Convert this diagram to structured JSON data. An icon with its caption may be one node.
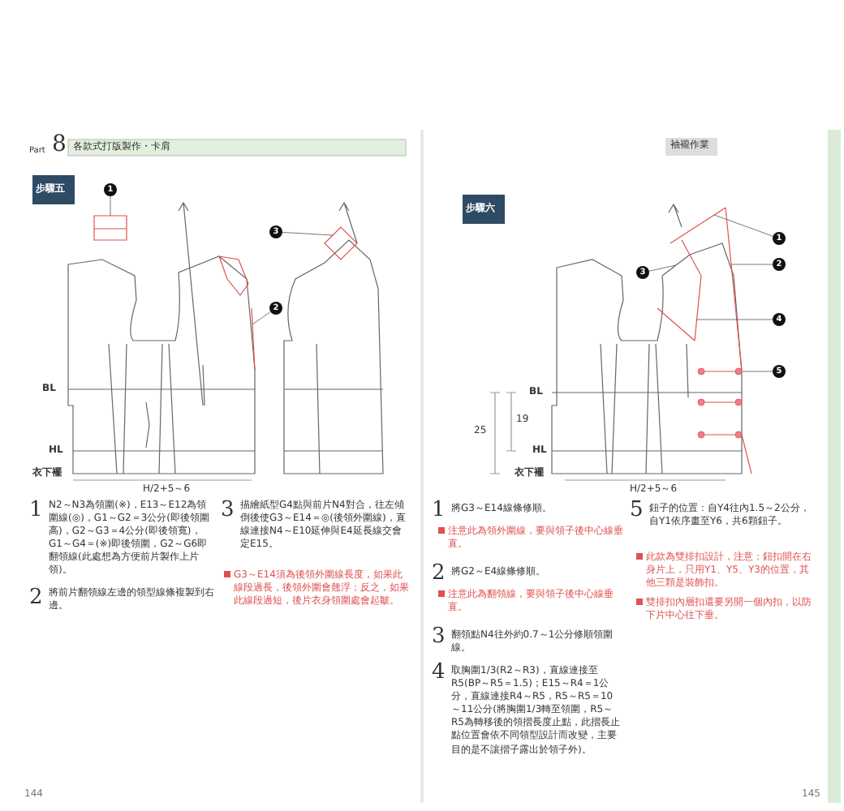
{
  "diagram": {
    "nodes": [
      {
        "text": [
          "1"
        ]
      },
      {
        "text": [
          "3"
        ]
      },
      {
        "text": [
          "2"
        ]
      },
      {
        "text": [
          "1"
        ]
      },
      {
        "text": [
          "3"
        ]
      },
      {
        "text": [
          "2"
        ]
      },
      {
        "text": [
          "4"
        ]
      },
      {
        "text": [
          "5"
        ]
      },
      {
        "text": [],
        "shape": "box"
      },
      {
        "text": [],
        "shape": "diamond"
      },
      {
        "text": [],
        "shape": "line"
      },
      {
        "text": [],
        "shape": "line"
      },
      {
        "text": [],
        "shape": "line"
      },
      {
        "text": [],
        "shape": "line"
      },
      {
        "text": [],
        "shape": "line"
      },
      {
        "text": [],
        "shape": "circle"
      }
    ],
    "edges": [
      {
        "from": 0,
        "to": 8,
        "arrow": "none"
      },
      {
        "from": 1,
        "to": 9,
        "arrow": "none"
      },
      {
        "from": 2,
        "to": 10,
        "arrow": "none"
      },
      {
        "from": 3,
        "to": 11,
        "arrow": "none"
      },
      {
        "from": 4,
        "to": 12,
        "arrow": "none"
      },
      {
        "from": 5,
        "to": 13,
        "arrow": "none"
      },
      {
        "from": 6,
        "to": 14,
        "arrow": "none"
      },
      {
        "from": 7,
        "to": 15,
        "arrow": "none"
      }
    ],
    "labels": [
      "Part",
      "8",
      "各款式打版製作・卡肩",
      "步驟五",
      "BL",
      "HL",
      "衣下襬",
      "H/2+5～6",
      "1",
      "N2～N3為領圍(※)，E13～E12為領圍線(◎)，G1～G2＝3公分(即後領圍高)，G2～G3＝4公分(即後領寬)，G1～G4＝(※)即後領圍，G2～G6即翻領線(此處想為方便前片製作上片領)。",
      "2",
      "將前片翻領線左邊的領型線條複製到右邊。",
      "3",
      "描繪紙型G4點與前片N4對合，往左傾倒後使G3～E14＝◎(後領外圍線)，直線連接N4～E10延伸與E4延長線交會定E15。",
      "G3～E14須為後領外圍線長度，如果此線段過長，後領外圍會翹浮；反之，如果此線段過短，後片衣身領圍處會起皺。",
      "144",
      "袖襱作業",
      "步驟六",
      "BL",
      "HL",
      "衣下襬",
      "H/2+5～6",
      "25",
      "19",
      "1",
      "將G3～E14線條修順。",
      "注意此為領外圍線，要與領子後中心線垂直。",
      "2",
      "將G2～E4線條修順。",
      "注意此為翻領線，要與領子後中心線垂直。",
      "3",
      "翻領點N4往外約0.7～1公分修順領圍線。",
      "4",
      "取胸圍1/3(R2～R3)，直線連接至R5(BP～R5＝1.5)；E15～R4＝1公分，直線連接R4～R5，R5～R5＝10～11公分(將胸圍1/3轉至領圍，R5～R5為轉移後的領摺長度止點，此摺長止點位置會依不同領型設計而改變，主要目的是不讓摺子露出於領子外)。",
      "5",
      "鈕子的位置：自Y4往內1.5～2公分，自Y1依序畫至Y6，共6顆鈕子。",
      "此款為雙排扣設計，注意：鈕扣開在右身片上，只用Y1、Y5、Y3的位置，其他三顆是裝飾扣。",
      "雙排扣內層扣還要另開一個內扣，以防下片中心往下垂。",
      "145"
    ]
  }
}
